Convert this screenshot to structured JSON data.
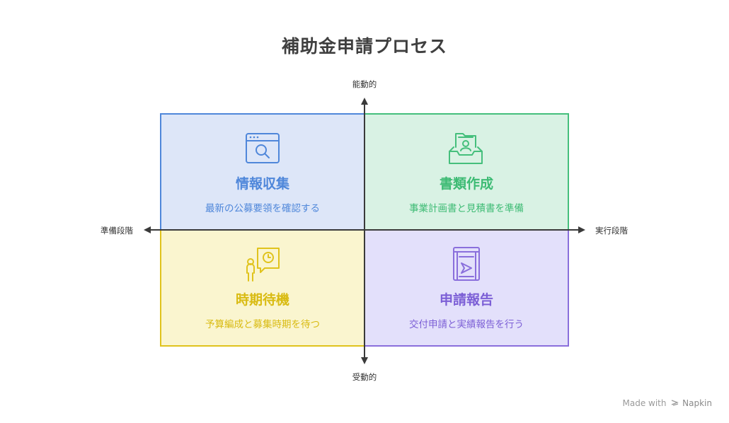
{
  "title": "補助金申請プロセス",
  "axes": {
    "top": "能動的",
    "bottom": "受動的",
    "left": "準備段階",
    "right": "実行段階"
  },
  "quadrants": {
    "top_left": {
      "title": "情報収集",
      "description": "最新の公募要領を確認する",
      "icon": "browser-search-icon",
      "color": "#4f87da"
    },
    "top_right": {
      "title": "書類作成",
      "description": "事業計画書と見積書を準備",
      "icon": "document-inbox-icon",
      "color": "#45bf7c"
    },
    "bottom_left": {
      "title": "時期待機",
      "description": "予算編成と募集時期を待つ",
      "icon": "person-clock-icon",
      "color": "#e0c31c"
    },
    "bottom_right": {
      "title": "申請報告",
      "description": "交付申請と実績報告を行う",
      "icon": "mailbox-send-icon",
      "color": "#8a6fdc"
    }
  },
  "credit": {
    "prefix": "Made with",
    "brand": "Napkin"
  }
}
